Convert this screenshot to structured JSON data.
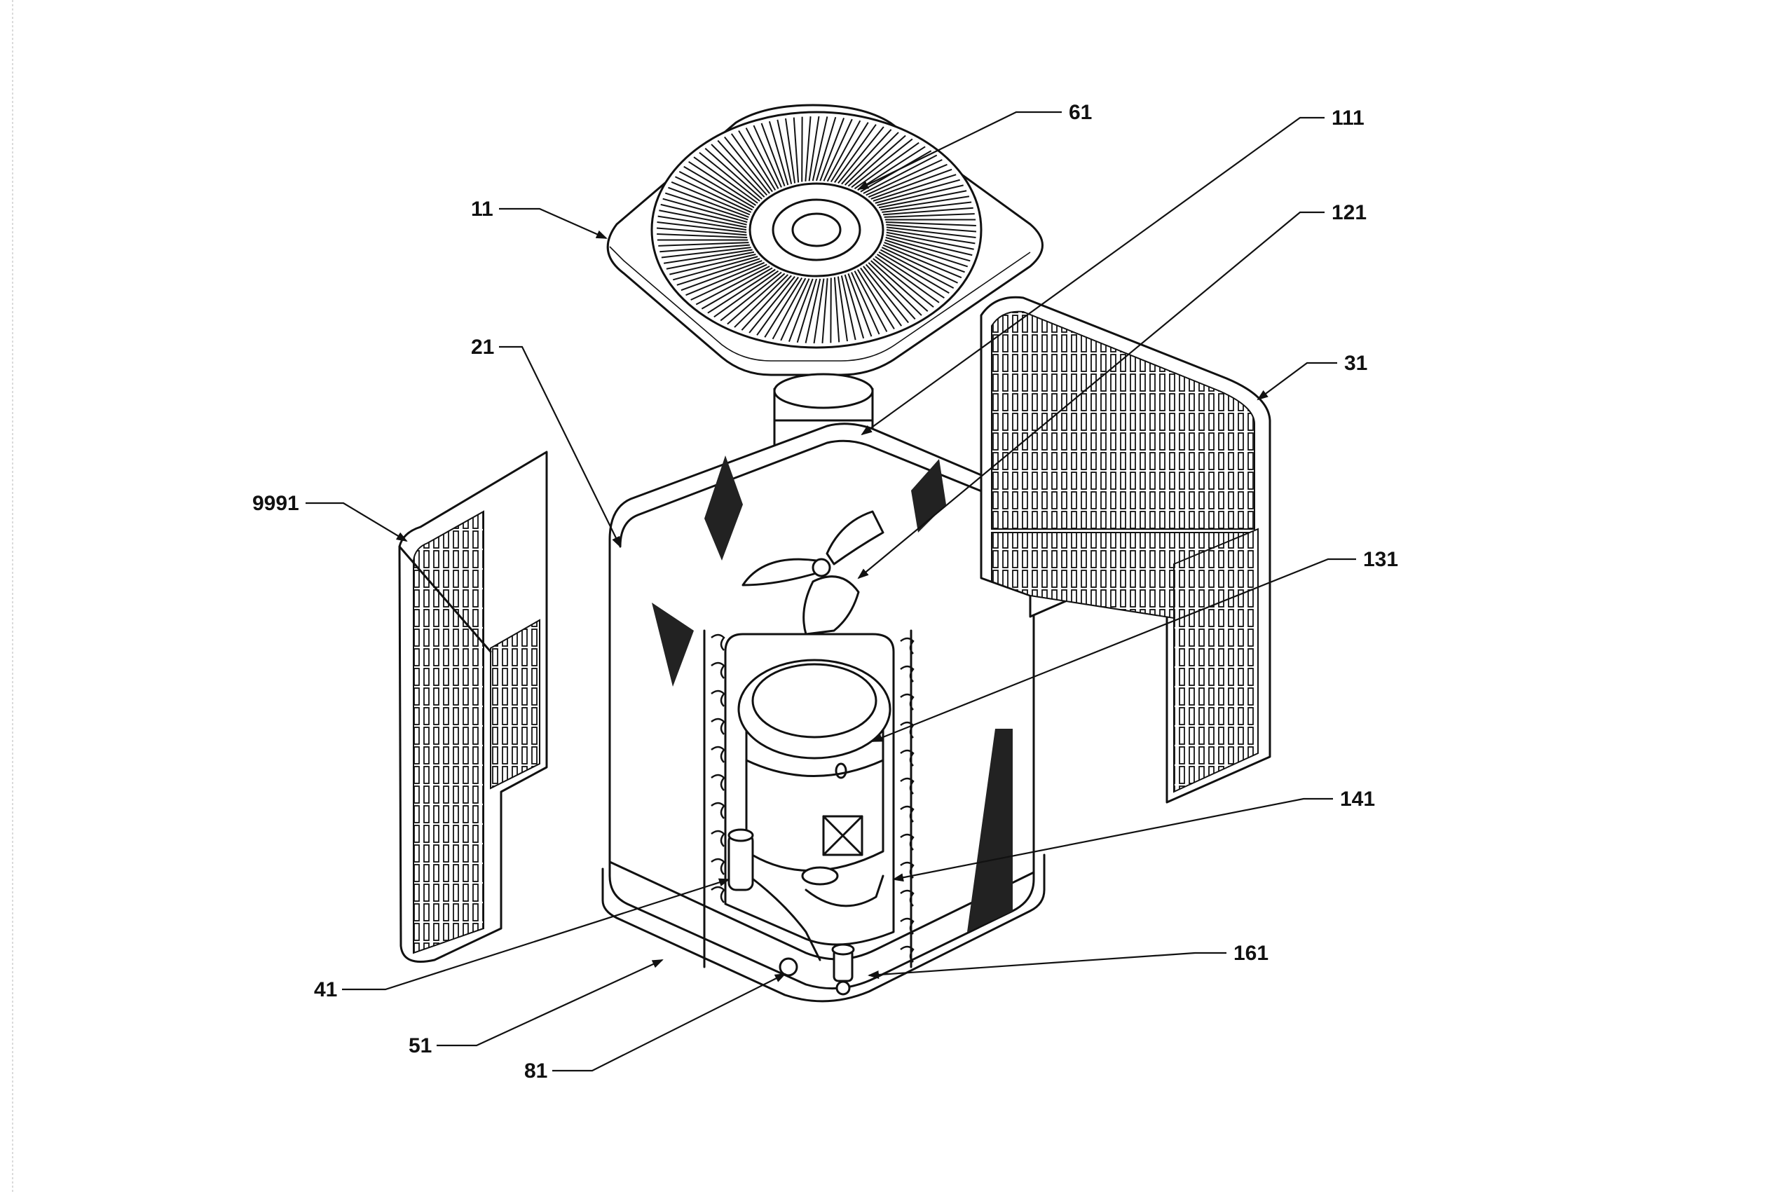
{
  "diagram": {
    "callouts": [
      {
        "id": "c-61",
        "label": "61"
      },
      {
        "id": "c-111",
        "label": "111"
      },
      {
        "id": "c-121",
        "label": "121"
      },
      {
        "id": "c-11",
        "label": "11"
      },
      {
        "id": "c-21",
        "label": "21"
      },
      {
        "id": "c-31",
        "label": "31"
      },
      {
        "id": "c-9991",
        "label": "9991"
      },
      {
        "id": "c-131",
        "label": "131"
      },
      {
        "id": "c-141",
        "label": "141"
      },
      {
        "id": "c-161",
        "label": "161"
      },
      {
        "id": "c-41",
        "label": "41"
      },
      {
        "id": "c-51",
        "label": "51"
      },
      {
        "id": "c-81",
        "label": "81"
      }
    ]
  }
}
